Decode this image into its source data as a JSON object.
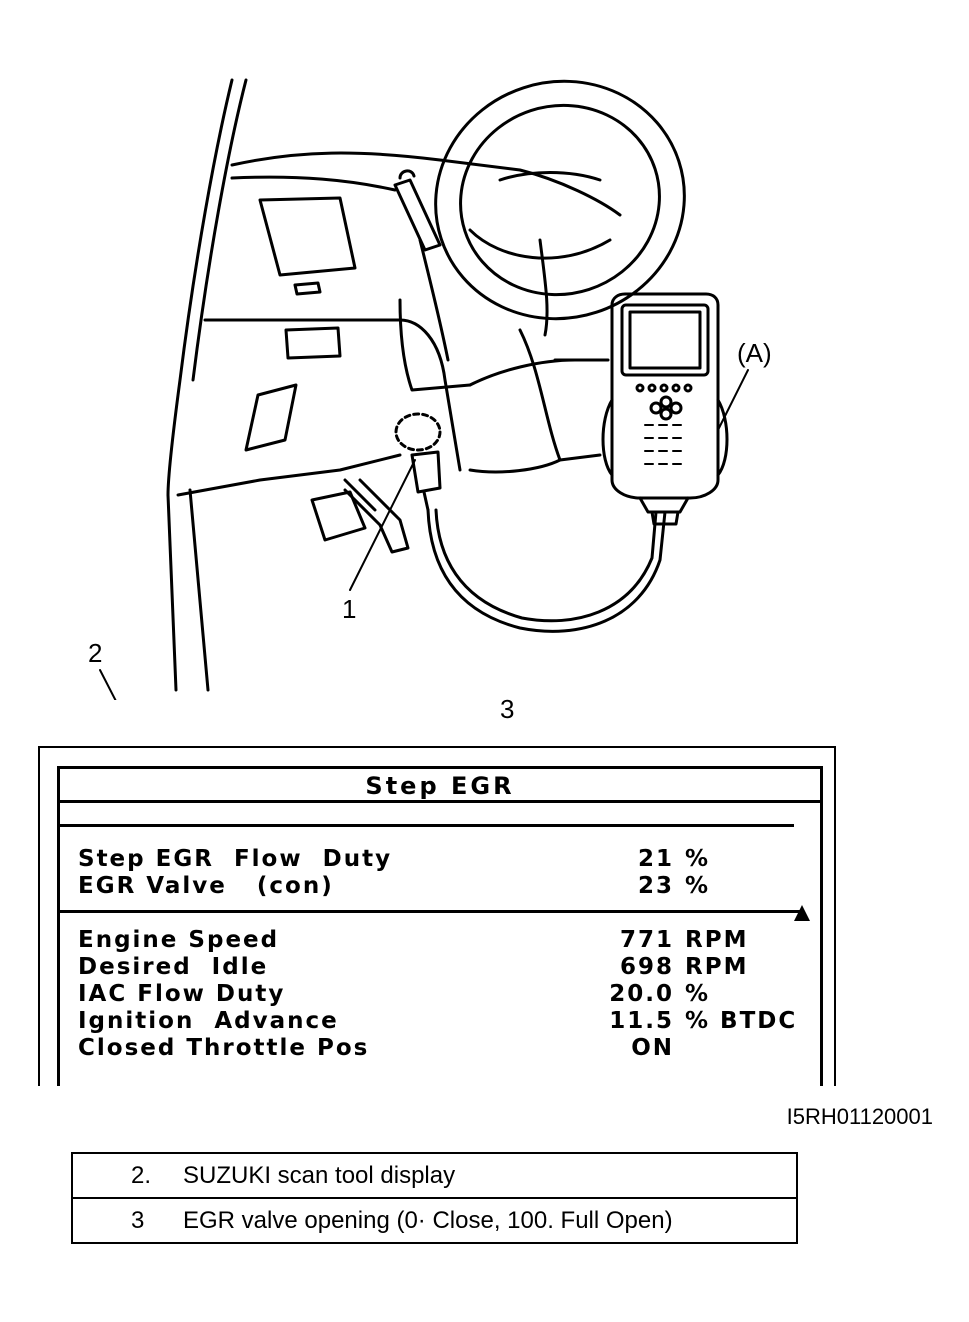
{
  "callouts": {
    "connector": "1",
    "scan_tool_display": "2",
    "egr_valve_opening": "3",
    "scan_tool": "(A)"
  },
  "scan_display": {
    "title": "Step EGR",
    "top_rows": [
      {
        "label": "Step EGR  Flow  Duty",
        "value": "21",
        "unit": "%"
      },
      {
        "label": "EGR Valve   (con)",
        "value": "23",
        "unit": "%"
      }
    ],
    "bottom_rows": [
      {
        "label": "Engine Speed",
        "value": "771",
        "unit": "RPM"
      },
      {
        "label": "Desired  Idle",
        "value": "698",
        "unit": "RPM"
      },
      {
        "label": "IAC Flow Duty",
        "value": "20.0",
        "unit": "%"
      },
      {
        "label": "Ignition  Advance",
        "value": "11.5",
        "unit": "% BTDC"
      },
      {
        "label": "Closed Throttle Pos",
        "value": "ON",
        "unit": ""
      }
    ],
    "scroll_icon": "scroll-up-triangle-icon"
  },
  "reference_code": "I5RH01120001",
  "legend": [
    {
      "num": "2.",
      "desc": "SUZUKI scan tool display"
    },
    {
      "num": "3",
      "desc": "EGR valve opening (0· Close, 100. Full Open)"
    }
  ]
}
